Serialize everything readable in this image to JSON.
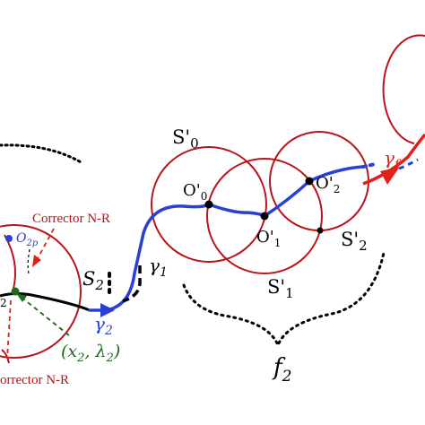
{
  "labels": {
    "s0": "S'",
    "s0_sub": "0",
    "s1": "S'",
    "s1_sub": "1",
    "s2": "S'",
    "s2_sub": "2",
    "o0": "O'",
    "o0_sub": "0",
    "o1": "O'",
    "o1_sub": "1",
    "o2": "O'",
    "o2_sub": "2",
    "o2p": "O",
    "o2p_sub": "2p",
    "S2": "S",
    "S2_sub": "2",
    "gamma1": "γ",
    "gamma1_sub": "1",
    "gamma2": "γ",
    "gamma2_sub": "2",
    "gammaf": "γ",
    "gammaf_sub": "f",
    "f2": "f",
    "f2_sub": "2",
    "point_left": "(x",
    "point_left_sub": "2",
    "point_mid": ", λ",
    "point_mid_sub": "2",
    "point_right": ")",
    "corrector_top": "Corrector N-R",
    "corrector_bottom": "orrector N-R",
    "clipped_label": "2"
  },
  "colors": {
    "circle": "#b8141b",
    "path_blue": "#2a3fd6",
    "path_black": "#000000",
    "arrow_red": "#e0201b",
    "green": "#1e6b1e"
  }
}
